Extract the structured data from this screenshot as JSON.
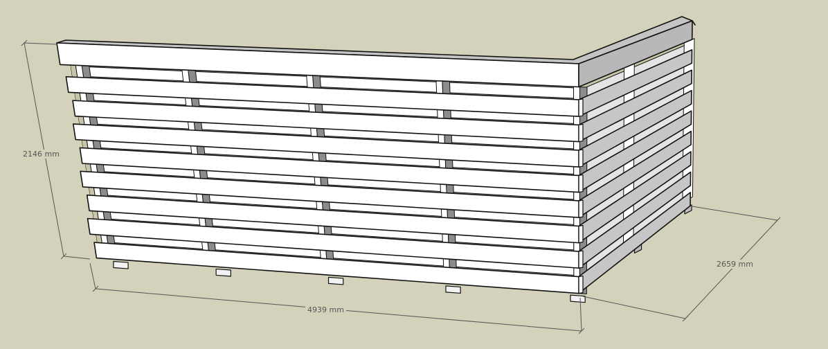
{
  "dimensions": {
    "height": "2146 mm",
    "length": "4939 mm",
    "depth": "2659 mm"
  },
  "colors": {
    "background": "#d4d2bb",
    "front_board": "#ffffff",
    "side_board": "#c6c6c6",
    "post": "#8c8c8c",
    "gap": "#c9c6a8",
    "outline": "#111111",
    "dimension": "#555555"
  }
}
